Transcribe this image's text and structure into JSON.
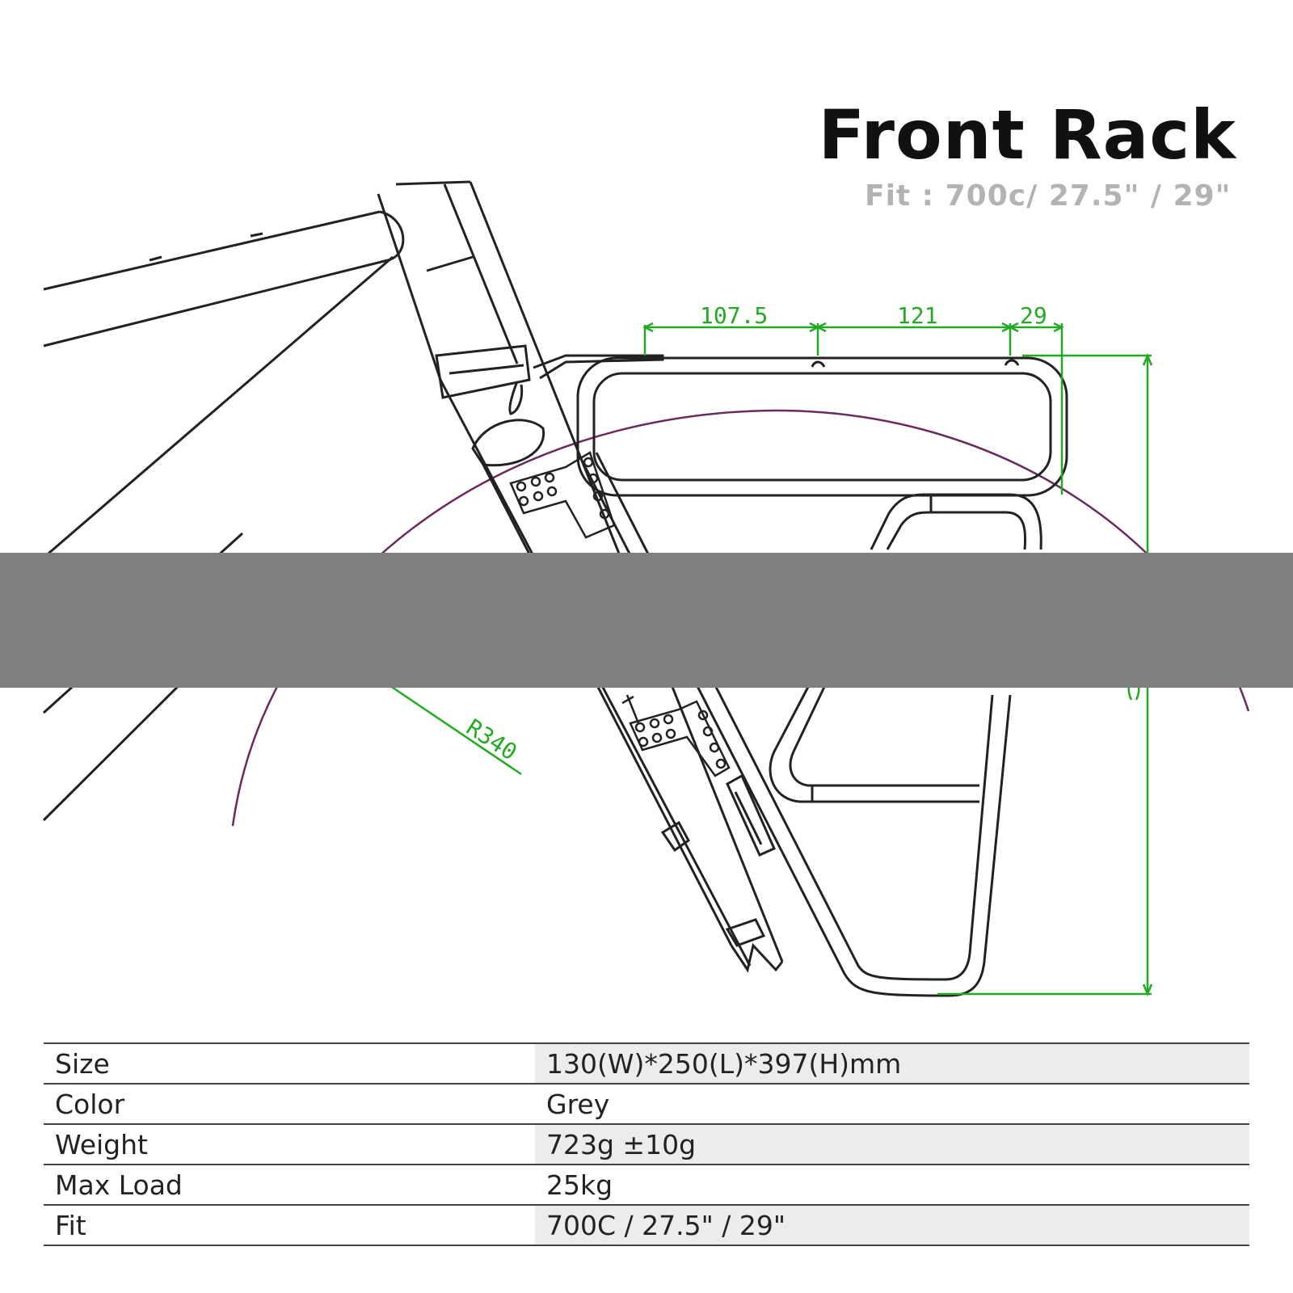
{
  "header": {
    "title": "Front Rack",
    "subtitle": "Fit : 700c/ 27.5\" / 29\""
  },
  "drawing": {
    "dimensions": {
      "top_left": "107.5",
      "top_middle": "121",
      "top_right": "29",
      "radius": "R340"
    },
    "colors": {
      "frame_lines": "#222222",
      "dimension_lines": "#22aa22",
      "wheel_arc": "#6a2a5e",
      "redaction_bar": "#7f7f7f"
    }
  },
  "specs": [
    {
      "label": "Size",
      "value": "130(W)*250(L)*397(H)mm"
    },
    {
      "label": "Color",
      "value": "Grey"
    },
    {
      "label": "Weight",
      "value": "723g ±10g"
    },
    {
      "label": "Max Load",
      "value": "25kg"
    },
    {
      "label": "Fit",
      "value": "700C / 27.5\" / 29\""
    }
  ]
}
